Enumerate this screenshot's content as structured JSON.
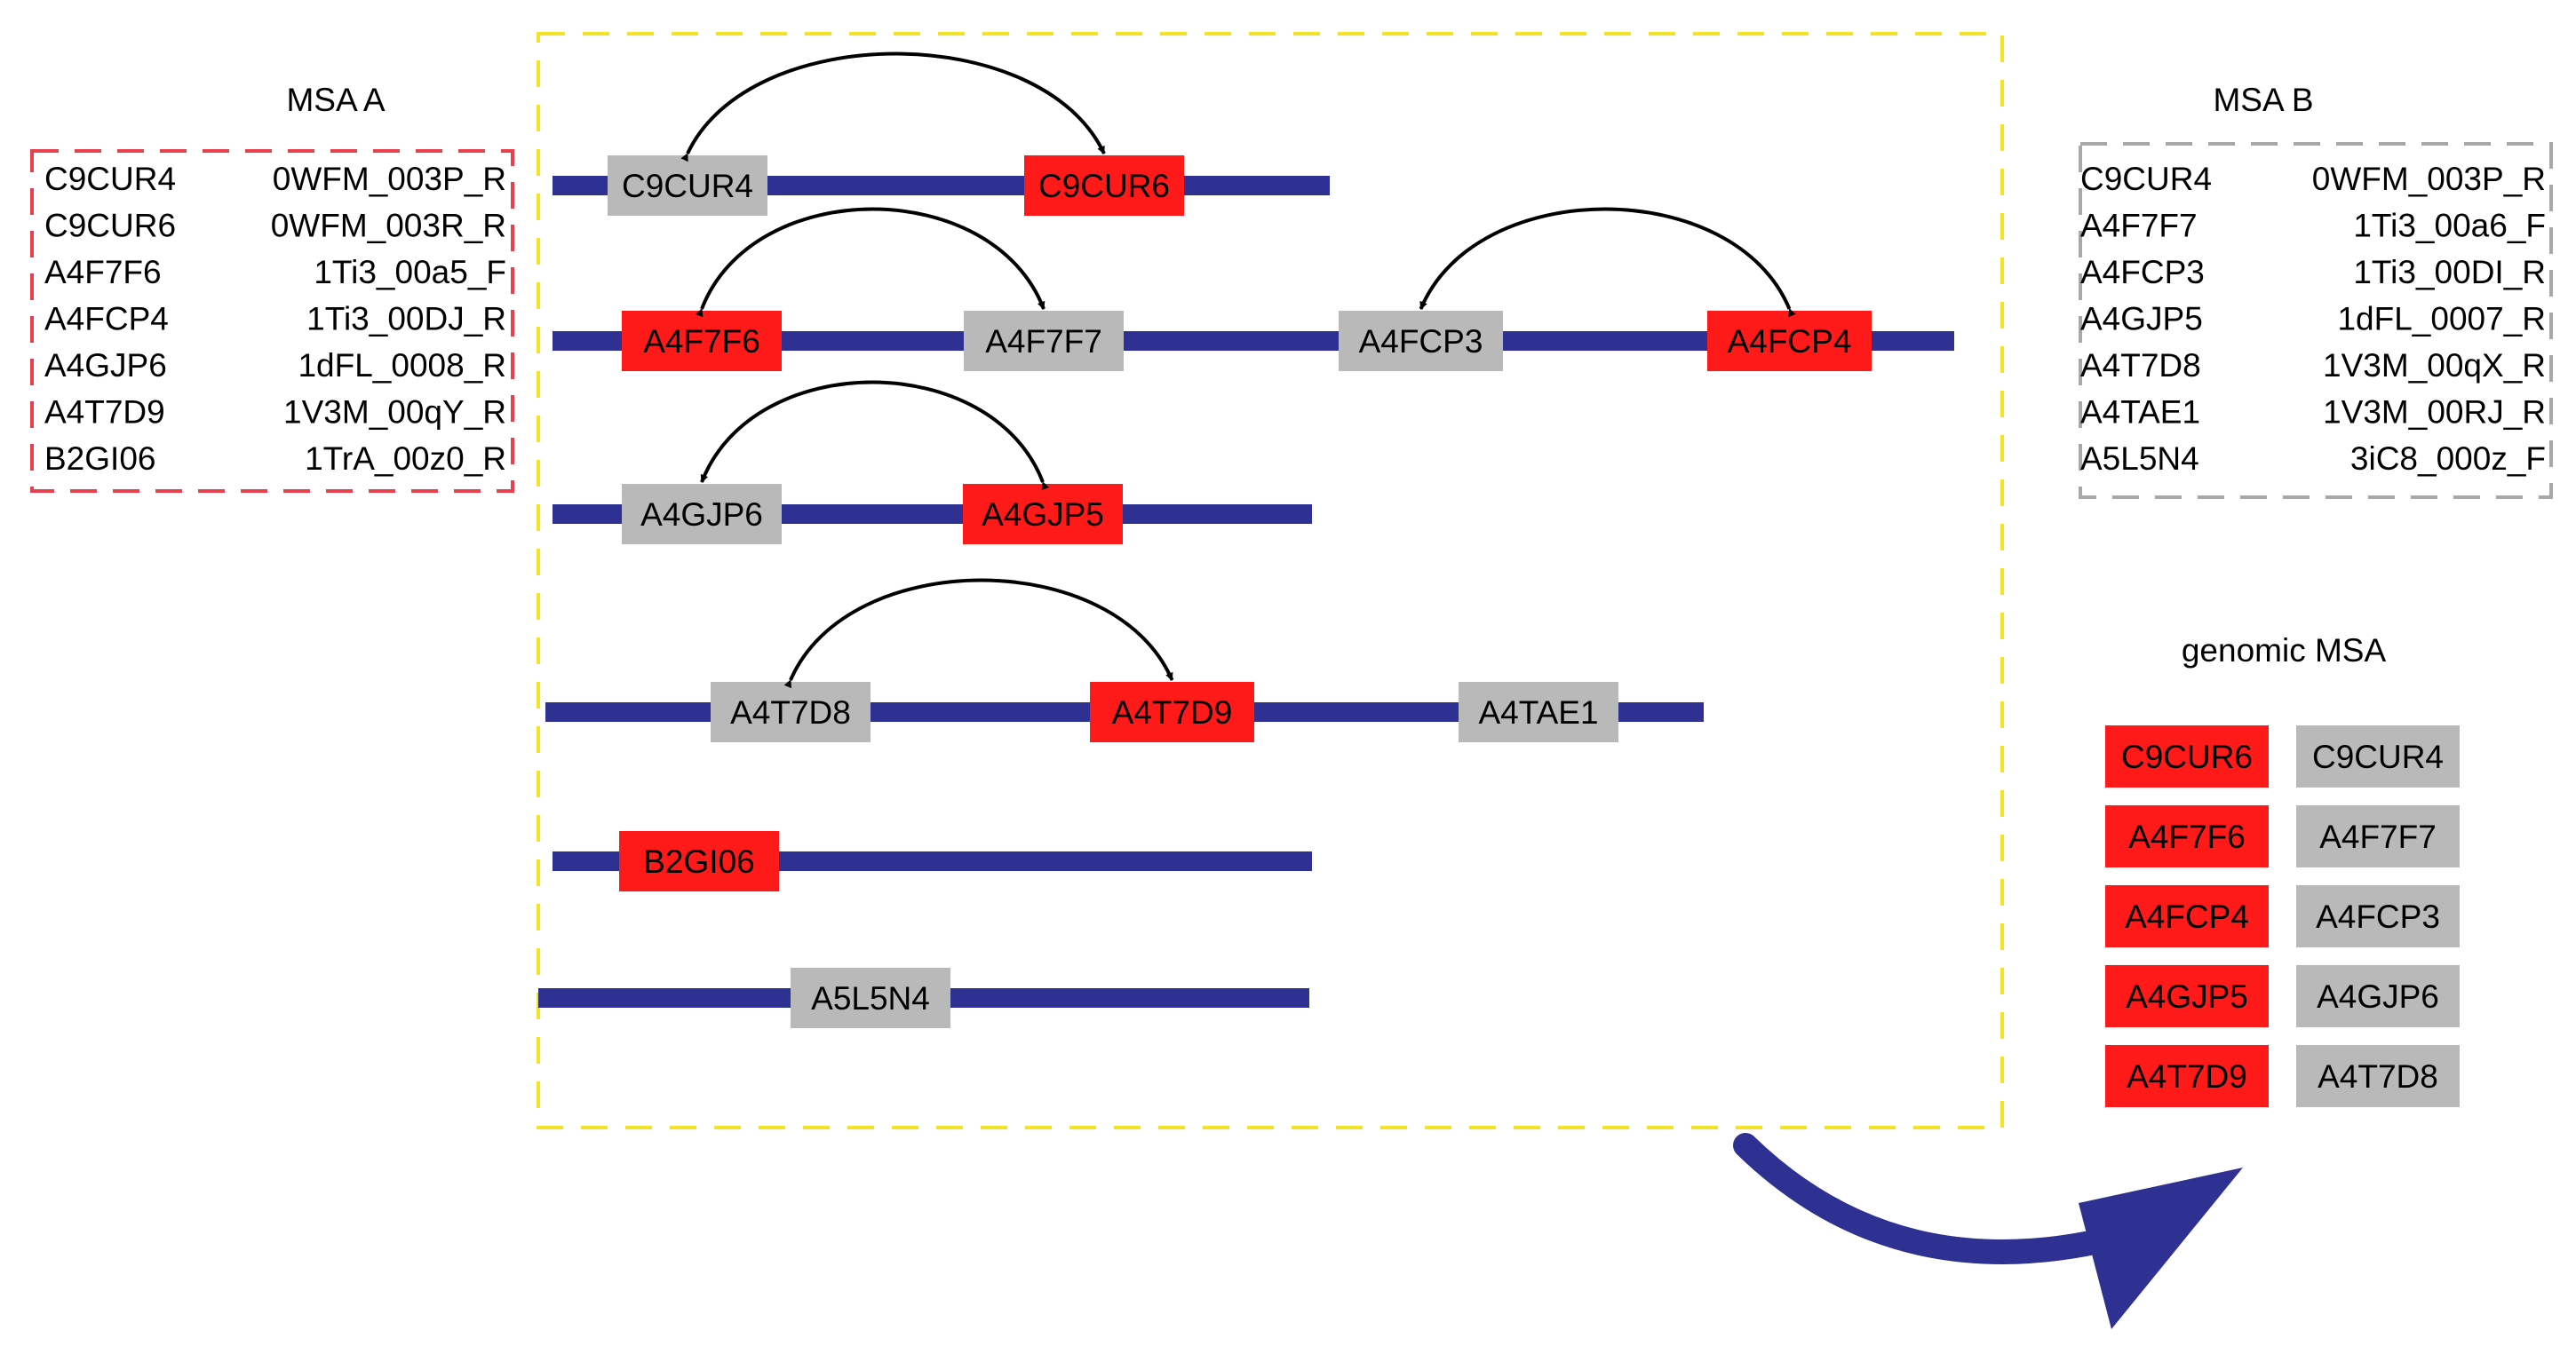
{
  "colors": {
    "background": "#ffffff",
    "genome_line": "#2e3192",
    "highlight_gene": "#ff1a1a",
    "normal_gene": "#b9b9b9",
    "msa_a_border": "#e8404c",
    "msa_b_border": "#a8a8a8",
    "genome_region_border": "#f2e326",
    "arrow": "#000000",
    "flow_arrow": "#2e3192"
  },
  "msa_a": {
    "title": "MSA A",
    "rows": [
      {
        "id": "C9CUR4",
        "code": "0WFM_003P_R"
      },
      {
        "id": "C9CUR6",
        "code": "0WFM_003R_R"
      },
      {
        "id": "A4F7F6",
        "code": "1Ti3_00a5_F"
      },
      {
        "id": "A4FCP4",
        "code": "1Ti3_00DJ_R"
      },
      {
        "id": "A4GJP6",
        "code": "1dFL_0008_R"
      },
      {
        "id": "A4T7D9",
        "code": "1V3M_00qY_R"
      },
      {
        "id": "B2GI06",
        "code": "1TrA_00z0_R"
      }
    ]
  },
  "msa_b": {
    "title": "MSA B",
    "rows": [
      {
        "id": "C9CUR4",
        "code": "0WFM_003P_R"
      },
      {
        "id": "A4F7F7",
        "code": "1Ti3_00a6_F"
      },
      {
        "id": "A4FCP3",
        "code": "1Ti3_00DI_R"
      },
      {
        "id": "A4GJP5",
        "code": "1dFL_0007_R"
      },
      {
        "id": "A4T7D8",
        "code": "1V3M_00qX_R"
      },
      {
        "id": "A4TAE1",
        "code": "1V3M_00RJ_R"
      },
      {
        "id": "A5L5N4",
        "code": "3iC8_000z_F"
      }
    ]
  },
  "genomes": [
    {
      "genes": [
        {
          "label": "C9CUR4",
          "highlight": false
        },
        {
          "label": "C9CUR6",
          "highlight": true
        }
      ]
    },
    {
      "genes": [
        {
          "label": "A4F7F6",
          "highlight": true
        },
        {
          "label": "A4F7F7",
          "highlight": false
        },
        {
          "label": "A4FCP3",
          "highlight": false
        },
        {
          "label": "A4FCP4",
          "highlight": true
        }
      ]
    },
    {
      "genes": [
        {
          "label": "A4GJP6",
          "highlight": false
        },
        {
          "label": "A4GJP5",
          "highlight": true
        }
      ]
    },
    {
      "genes": [
        {
          "label": "A4T7D8",
          "highlight": false
        },
        {
          "label": "A4T7D9",
          "highlight": true
        },
        {
          "label": "A4TAE1",
          "highlight": false
        }
      ]
    },
    {
      "genes": [
        {
          "label": "B2GI06",
          "highlight": true
        }
      ]
    },
    {
      "genes": [
        {
          "label": "A5L5N4",
          "highlight": false
        }
      ]
    }
  ],
  "genomic_msa": {
    "title": "genomic MSA",
    "pairs": [
      {
        "a": "C9CUR6",
        "b": "C9CUR4"
      },
      {
        "a": "A4F7F6",
        "b": "A4F7F7"
      },
      {
        "a": "A4FCP4",
        "b": "A4FCP3"
      },
      {
        "a": "A4GJP5",
        "b": "A4GJP6"
      },
      {
        "a": "A4T7D9",
        "b": "A4T7D8"
      }
    ]
  }
}
